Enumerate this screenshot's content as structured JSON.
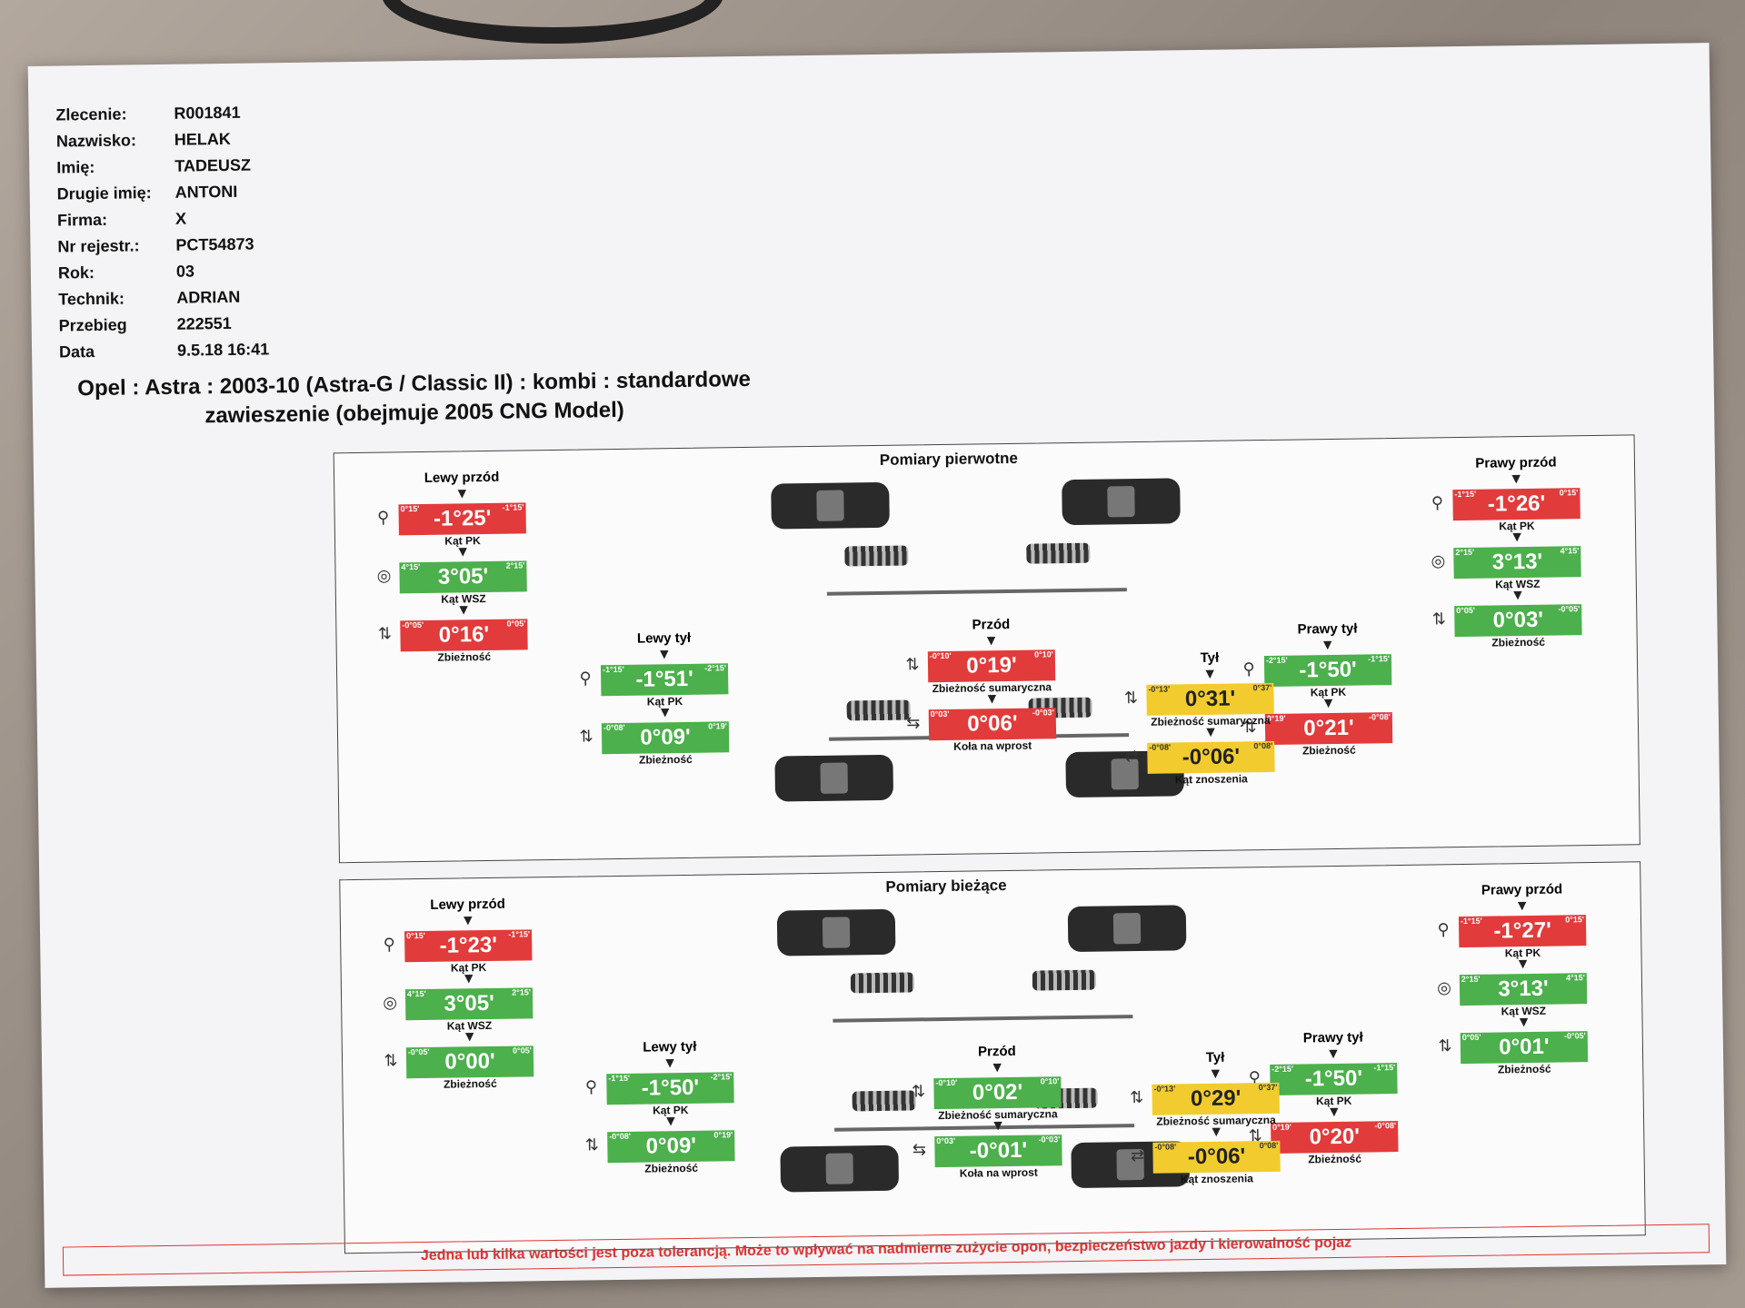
{
  "info": {
    "rows": [
      {
        "label": "Zlecenie:",
        "value": "R001841"
      },
      {
        "label": "Nazwisko:",
        "value": "HELAK"
      },
      {
        "label": "Imię:",
        "value": "TADEUSZ"
      },
      {
        "label": "Drugie imię:",
        "value": "ANTONI"
      },
      {
        "label": "Firma:",
        "value": "X"
      },
      {
        "label": "Nr rejestr.:",
        "value": "PCT54873"
      },
      {
        "label": "Rok:",
        "value": "03"
      },
      {
        "label": "Technik:",
        "value": "ADRIAN"
      },
      {
        "label": "Przebieg",
        "value": "222551"
      },
      {
        "label": "Data",
        "value": "9.5.18 16:41"
      }
    ]
  },
  "vehicle_title": "Opel : Astra : 2003-10 (Astra-G / Classic II) : kombi : standardowe zawieszenie (obejmuje 2005 CNG Model)",
  "panels": [
    {
      "title": "Pomiary pierwotne",
      "left_front": {
        "title": "Lewy przód",
        "camber": {
          "value": "-1°25'",
          "min": "0°15'",
          "max": "-1°15'",
          "label": "Kąt PK"
        },
        "caster": {
          "value": "3°05'",
          "min": "4°15'",
          "max": "2°15'",
          "label": "Kąt WSZ"
        },
        "toe": {
          "value": "0°16'",
          "min": "-0°05'",
          "max": "0°05'",
          "label": "Zbieżność"
        }
      },
      "right_front": {
        "title": "Prawy przód",
        "camber": {
          "value": "-1°26'",
          "min": "-1°15'",
          "max": "0°15'",
          "label": "Kąt PK"
        },
        "caster": {
          "value": "3°13'",
          "min": "2°15'",
          "max": "4°15'",
          "label": "Kąt WSZ"
        },
        "toe": {
          "value": "0°03'",
          "min": "0°05'",
          "max": "-0°05'",
          "label": "Zbieżność"
        }
      },
      "front_center": {
        "title": "Przód",
        "total_toe": {
          "value": "0°19'",
          "min": "-0°10'",
          "max": "0°10'",
          "label": "Zbieżność sumaryczna"
        },
        "setback": {
          "value": "0°06'",
          "min": "0°03'",
          "max": "-0°03'",
          "label": "Koła na wprost"
        }
      },
      "left_rear": {
        "title": "Lewy tył",
        "camber": {
          "value": "-1°51'",
          "min": "-1°15'",
          "max": "-2°15'",
          "label": "Kąt PK"
        },
        "toe": {
          "value": "0°09'",
          "min": "-0°08'",
          "max": "0°19'",
          "label": "Zbieżność"
        }
      },
      "right_rear": {
        "title": "Prawy tył",
        "camber": {
          "value": "-1°50'",
          "min": "-2°15'",
          "max": "-1°15'",
          "label": "Kąt PK"
        },
        "toe": {
          "value": "0°21'",
          "min": "0°19'",
          "max": "-0°08'",
          "label": "Zbieżność"
        }
      },
      "rear_center": {
        "title": "Tył",
        "total_toe": {
          "value": "0°31'",
          "min": "-0°13'",
          "max": "0°37'",
          "label": "Zbieżność sumaryczna"
        },
        "thrust": {
          "value": "-0°06'",
          "min": "-0°08'",
          "max": "0°08'",
          "label": "Kąt znoszenia"
        }
      }
    },
    {
      "title": "Pomiary bieżące",
      "left_front": {
        "title": "Lewy przód",
        "camber": {
          "value": "-1°23'",
          "min": "0°15'",
          "max": "-1°15'",
          "label": "Kąt PK"
        },
        "caster": {
          "value": "3°05'",
          "min": "4°15'",
          "max": "2°15'",
          "label": "Kąt WSZ"
        },
        "toe": {
          "value": "0°00'",
          "min": "-0°05'",
          "max": "0°05'",
          "label": "Zbieżność"
        }
      },
      "right_front": {
        "title": "Prawy przód",
        "camber": {
          "value": "-1°27'",
          "min": "-1°15'",
          "max": "0°15'",
          "label": "Kąt PK"
        },
        "caster": {
          "value": "3°13'",
          "min": "2°15'",
          "max": "4°15'",
          "label": "Kąt WSZ"
        },
        "toe": {
          "value": "0°01'",
          "min": "0°05'",
          "max": "-0°05'",
          "label": "Zbieżność"
        }
      },
      "front_center": {
        "title": "Przód",
        "total_toe": {
          "value": "0°02'",
          "min": "-0°10'",
          "max": "0°10'",
          "label": "Zbieżność sumaryczna"
        },
        "setback": {
          "value": "-0°01'",
          "min": "0°03'",
          "max": "-0°03'",
          "label": "Koła na wprost"
        }
      },
      "left_rear": {
        "title": "Lewy tył",
        "camber": {
          "value": "-1°50'",
          "min": "-1°15'",
          "max": "-2°15'",
          "label": "Kąt PK"
        },
        "toe": {
          "value": "0°09'",
          "min": "-0°08'",
          "max": "0°19'",
          "label": "Zbieżność"
        }
      },
      "right_rear": {
        "title": "Prawy tył",
        "camber": {
          "value": "-1°50'",
          "min": "-2°15'",
          "max": "-1°15'",
          "label": "Kąt PK"
        },
        "toe": {
          "value": "0°20'",
          "min": "0°19'",
          "max": "-0°08'",
          "label": "Zbieżność"
        }
      },
      "rear_center": {
        "title": "Tył",
        "total_toe": {
          "value": "0°29'",
          "min": "-0°13'",
          "max": "0°37'",
          "label": "Zbieżność sumaryczna"
        },
        "thrust": {
          "value": "-0°06'",
          "min": "-0°08'",
          "max": "0°08'",
          "label": "Kąt znoszenia"
        }
      }
    }
  ],
  "colors": {
    "out_of_tolerance": "#e23b3b",
    "in_tolerance": "#4cb04c",
    "warning": "#f2cc2e",
    "footer": "#d33333"
  },
  "footer": "Jedna lub kilka wartości jest poza tolerancją. Może to wpływać na nadmierne zużycie opon, bezpieczeństwo jazdy i kierowalność pojaz"
}
